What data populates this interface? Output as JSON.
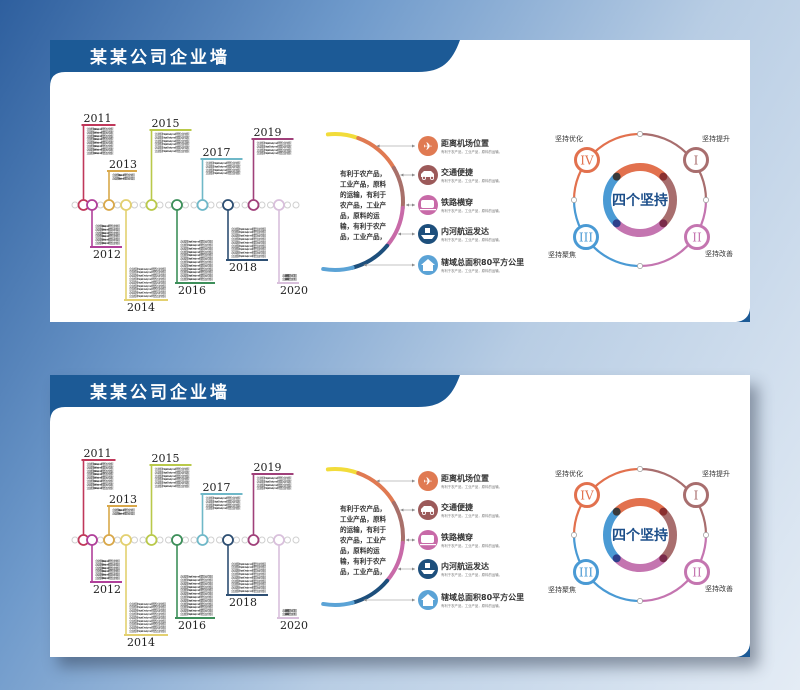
{
  "title": "某某公司企业墙",
  "colors": {
    "header_blue": "#1c5a96",
    "title_text": "#ffffff",
    "center_text": "#1d4f8a"
  },
  "timeline": {
    "milestones": [
      {
        "year": "2011",
        "color": "#c0385a"
      },
      {
        "year": "2012",
        "color": "#b0409a"
      },
      {
        "year": "2013",
        "color": "#d9a84a"
      },
      {
        "year": "2014",
        "color": "#e3d070"
      },
      {
        "year": "2015",
        "color": "#b9c94a"
      },
      {
        "year": "2016",
        "color": "#3d8f5a"
      },
      {
        "year": "2017",
        "color": "#6fb8c8"
      },
      {
        "year": "2018",
        "color": "#2e4f73"
      },
      {
        "year": "2019",
        "color": "#a0407a"
      },
      {
        "year": "2020",
        "color": "#d9c0dc"
      }
    ],
    "entry_text": "企业发展Enterprise Development概要企业的发展"
  },
  "features": {
    "paragraph": [
      "有利于农产品，",
      "工业产品，原料",
      "的运输，有利于",
      "农产品，工业产",
      "品，原料的运",
      "输，有利于农产",
      "品，工业产品，"
    ],
    "items": [
      {
        "title": "距离机场位置",
        "subtitle": "有利于农产品，工业产品，原料的运输。",
        "icon": "airplane-icon",
        "color": "#e07a52"
      },
      {
        "title": "交通便捷",
        "subtitle": "有利于农产品，工业产品，原料的运输。",
        "icon": "car-icon",
        "color": "#9c5a5a"
      },
      {
        "title": "铁路横穿",
        "subtitle": "有利于农产品，工业产品，原料的运输。",
        "icon": "train-icon",
        "color": "#c86aa8"
      },
      {
        "title": "内河航运发达",
        "subtitle": "有利于农产品，工业产品，原料的运输。",
        "icon": "ship-icon",
        "color": "#1d4f7c"
      },
      {
        "title": "辖域总面积80平方公里",
        "subtitle": "有利于农产品，工业产品，原料的运输。",
        "icon": "house-icon",
        "color": "#5ba3d6"
      }
    ]
  },
  "four_persist": {
    "center": "四个坚持",
    "items": [
      {
        "numeral": "I",
        "label": "坚持提升",
        "color": "#a86e6e"
      },
      {
        "numeral": "II",
        "label": "坚持改善",
        "color": "#c475b0"
      },
      {
        "numeral": "III",
        "label": "坚持聚焦",
        "color": "#4a9ad4"
      },
      {
        "numeral": "IV",
        "label": "坚持优化",
        "color": "#e2714e"
      }
    ]
  }
}
